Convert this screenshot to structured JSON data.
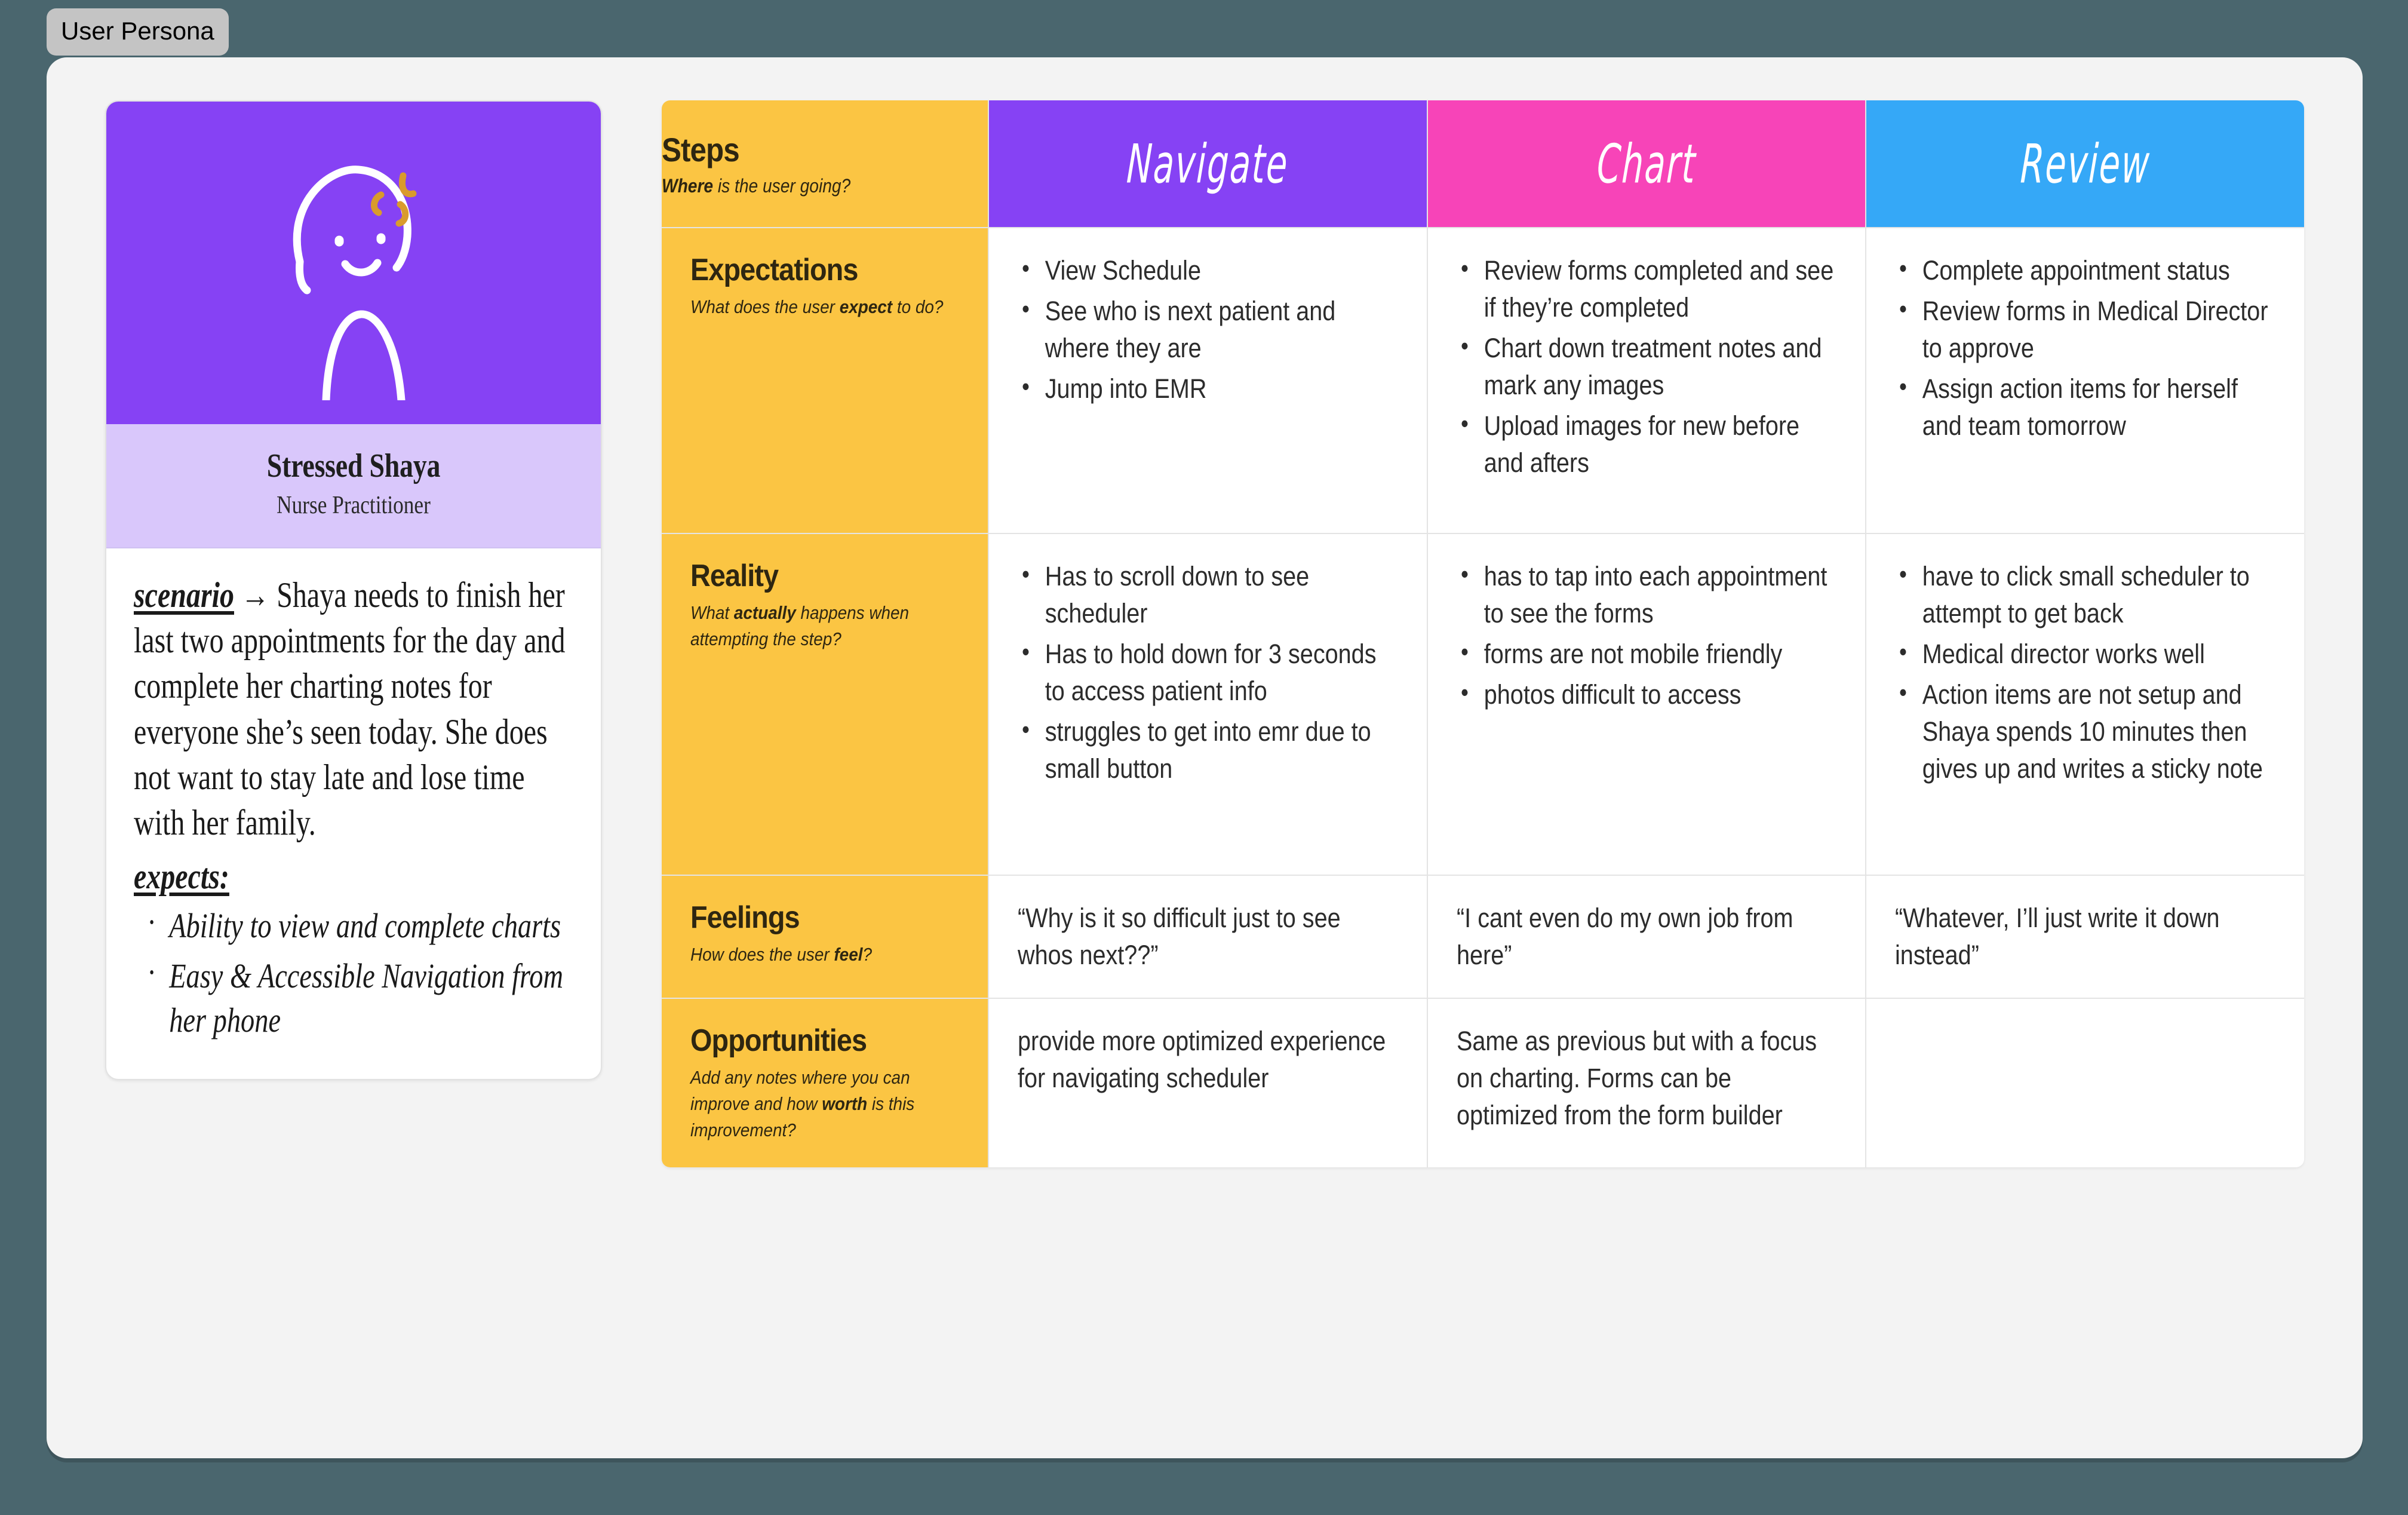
{
  "frame": {
    "label": "User Persona"
  },
  "persona": {
    "name": "Stressed Shaya",
    "role": "Nurse Practitioner",
    "scenario_lead": "scenario",
    "scenario_arrow": "→",
    "scenario_text": " Shaya needs to finish her last two appointments for the day and complete her charting notes for everyone she’s seen today. She does not want to stay late and lose time with her family.",
    "expects_label": "expects:",
    "expects": [
      "Ability to view and complete charts",
      "Easy & Accessible Navigation from her phone"
    ],
    "colors": {
      "illustration_bg": "#8642f4",
      "nameplate_bg": "#d9c7fb",
      "doodle_stroke": "#ffffff",
      "doodle_accent": "#d99b2c"
    }
  },
  "journey": {
    "colors": {
      "label_column": "#fbc543",
      "navigate": "#8642f4",
      "chart": "#f744b8",
      "review": "#35a8f7",
      "board_bg": "#f3f3f3",
      "page_bg": "#4a666e"
    },
    "header": {
      "steps_title": "Steps",
      "steps_sub_bold": "Where",
      "steps_sub_rest": " is the user going?",
      "stages": [
        "Navigate",
        "Chart",
        "Review"
      ]
    },
    "rows": [
      {
        "title": "Expectations",
        "sub_pre": "What does the user ",
        "sub_bold": "expect",
        "sub_post": " to do?",
        "type": "list",
        "cells": [
          [
            "View Schedule",
            "See who is next patient and where they are",
            "Jump into EMR"
          ],
          [
            "Review forms completed and see if they’re completed",
            "Chart down treatment notes and mark any images",
            "Upload images for new before and afters"
          ],
          [
            "Complete appointment status",
            "Review forms in Medical Director to approve",
            "Assign action items for herself and team tomorrow"
          ]
        ]
      },
      {
        "title": "Reality",
        "sub_pre": "What ",
        "sub_bold": "actually",
        "sub_post": " happens when attempting the step?",
        "type": "list",
        "cells": [
          [
            "Has to scroll down to see scheduler",
            "Has to hold down for 3 seconds to access patient info",
            "struggles to get into emr due to small button"
          ],
          [
            "has to tap into each appointment to see the forms",
            "forms are not mobile friendly",
            "photos difficult to access"
          ],
          [
            "have to click small scheduler to attempt to get back",
            "Medical director works well",
            "Action items are not setup and Shaya spends 10 minutes then gives up and writes a sticky note"
          ]
        ]
      },
      {
        "title": "Feelings",
        "sub_pre": "How does the user ",
        "sub_bold": "feel",
        "sub_post": "?",
        "type": "text",
        "cells": [
          "“Why is it so difficult just to see whos next??”",
          "“I cant even do my own job from here”",
          "“Whatever, I’ll just write it down instead”"
        ]
      },
      {
        "title": "Opportunities",
        "sub_pre": "Add any notes where you can improve and how ",
        "sub_bold": "worth",
        "sub_post": " is this improvement?",
        "type": "text",
        "cells": [
          "provide more optimized experience for navigating scheduler",
          "Same as previous but with a focus on charting. Forms can be optimized from the form builder",
          ""
        ]
      }
    ]
  }
}
